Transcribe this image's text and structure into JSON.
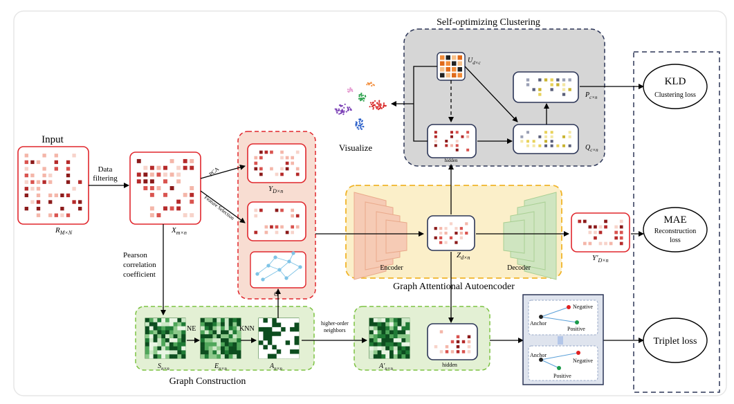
{
  "labels": {
    "input": "Input",
    "data_filtering_line1": "Data",
    "data_filtering_line2": "filtering",
    "r_matrix": "R",
    "r_sub": "M×N",
    "x_matrix": "X",
    "x_sub": "m×n",
    "pca": "PCA",
    "feature_selection": "Feature Selection",
    "y_matrix": "Y",
    "y_sub": "D×n",
    "g_label": "G",
    "pearson_line1": "Pearson",
    "pearson_line2": "correlation",
    "pearson_line3": "coefficient",
    "graph_construction": "Graph Construction",
    "s_matrix": "S",
    "s_sub": "n×n",
    "ne": "NE",
    "e_matrix": "E",
    "e_sub": "n×n",
    "knn": "KNN",
    "a_matrix": "A",
    "a_sub": "n×n",
    "higher_order_line1": "higher-order",
    "higher_order_line2": "neighbors",
    "a_prime_matrix": "A'",
    "a_prime_sub": "n×n",
    "hidden_bottom": "hidden",
    "gaa_title": "Graph Attentional Autoencoder",
    "encoder": "Encoder",
    "decoder": "Decoder",
    "z_matrix": "Z",
    "z_sub": "d×n",
    "y_prime_matrix": "Y'",
    "y_prime_sub": "D×n",
    "soc_title": "Self-optimizing Clustering",
    "u_matrix": "U",
    "u_sub": "d×c",
    "p_matrix": "P",
    "p_sub": "c×n",
    "q_matrix": "Q",
    "q_sub": "c×n",
    "hidden_top": "hidden",
    "visualize": "Visualize",
    "kld": "KLD",
    "kld_sub": "Clustering loss",
    "mae": "MAE",
    "mae_sub1": "Reconstruction",
    "mae_sub2": "loss",
    "triplet": "Triplet loss",
    "negative_1": "Negative",
    "anchor_1": "Anchor",
    "positive_1": "Positive",
    "anchor_2": "Anchor",
    "negative_2": "Negative",
    "positive_2": "Positive"
  },
  "colors": {
    "red_border": "#e0262c",
    "green_border": "#7cc242",
    "green_fill": "#e3f0d4",
    "yellow_border": "#f0b429",
    "yellow_fill": "#fbefc9",
    "gray_fill": "#d6d6d6",
    "navy_border": "#2b3557",
    "salmon_fill": "#f8ddd2",
    "encoder_fill": "#f6cbb5",
    "decoder_fill": "#cfe5c0",
    "cell_dark": "#8b1a1a",
    "cell_mid": "#d9534f",
    "cell_light": "#f4b6a9"
  }
}
